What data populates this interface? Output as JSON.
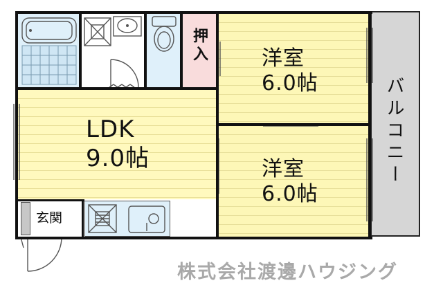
{
  "rooms": {
    "western_top": {
      "name": "洋室",
      "size": "6.0帖"
    },
    "western_bottom": {
      "name": "洋室",
      "size": "6.0帖"
    },
    "ldk": {
      "name": "LDK",
      "size": "9.0帖"
    },
    "storage": {
      "name": "押入"
    },
    "entrance": {
      "name": "玄関"
    },
    "balcony": {
      "name": "バルコニー"
    }
  },
  "company": {
    "name": "株式会社渡邊ハウジング"
  },
  "colors": {
    "room_fill": "#fdf7b7",
    "storage_fill": "#f9dcdc",
    "wet_area_fill": "#dff0fa",
    "balcony_fill": "#d6d6d6",
    "watermark": "#a9a9a9"
  }
}
